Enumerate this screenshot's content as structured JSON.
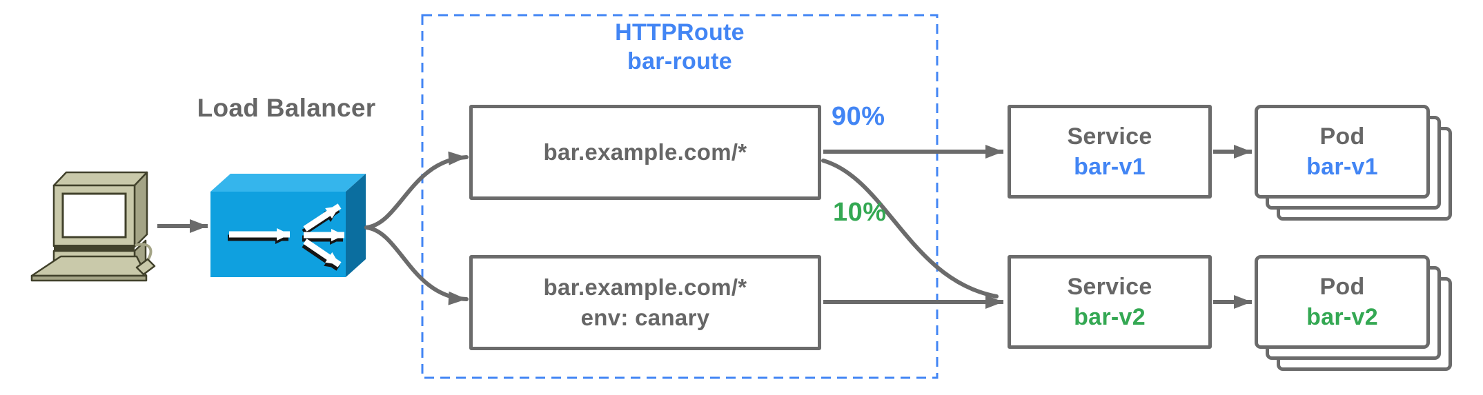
{
  "colors": {
    "gray-text": "#666666",
    "line": "#6B6B6B",
    "blue": "#4285F4",
    "green": "#34A853",
    "lb-front": "#0FA0DF",
    "lb-top": "#35B5EC",
    "lb-side": "#0B6E9F",
    "pc-light": "#C9C9AA",
    "pc-mid": "#A4A486",
    "pc-dark": "#41412B"
  },
  "client": {
    "icon": "desktop-computer"
  },
  "load_balancer": {
    "label": "Load Balancer",
    "icon": "load-balancer-fanout-box"
  },
  "httproute_group": {
    "type_label": "HTTPRoute",
    "name_label": "bar-route",
    "border_color": "#4285F4"
  },
  "route_matches": [
    {
      "host": "bar.example.com/*",
      "weight": "90%",
      "weight_color": "#4285F4"
    },
    {
      "host": "bar.example.com/*",
      "header_match": "env: canary",
      "weight": "10%",
      "weight_color": "#34A853"
    }
  ],
  "services": [
    {
      "kind": "Service",
      "name": "bar-v1",
      "name_color": "#4285F4"
    },
    {
      "kind": "Service",
      "name": "bar-v2",
      "name_color": "#34A853"
    }
  ],
  "pods": [
    {
      "kind": "Pod",
      "name": "bar-v1",
      "name_color": "#4285F4"
    },
    {
      "kind": "Pod",
      "name": "bar-v2",
      "name_color": "#34A853"
    }
  ]
}
